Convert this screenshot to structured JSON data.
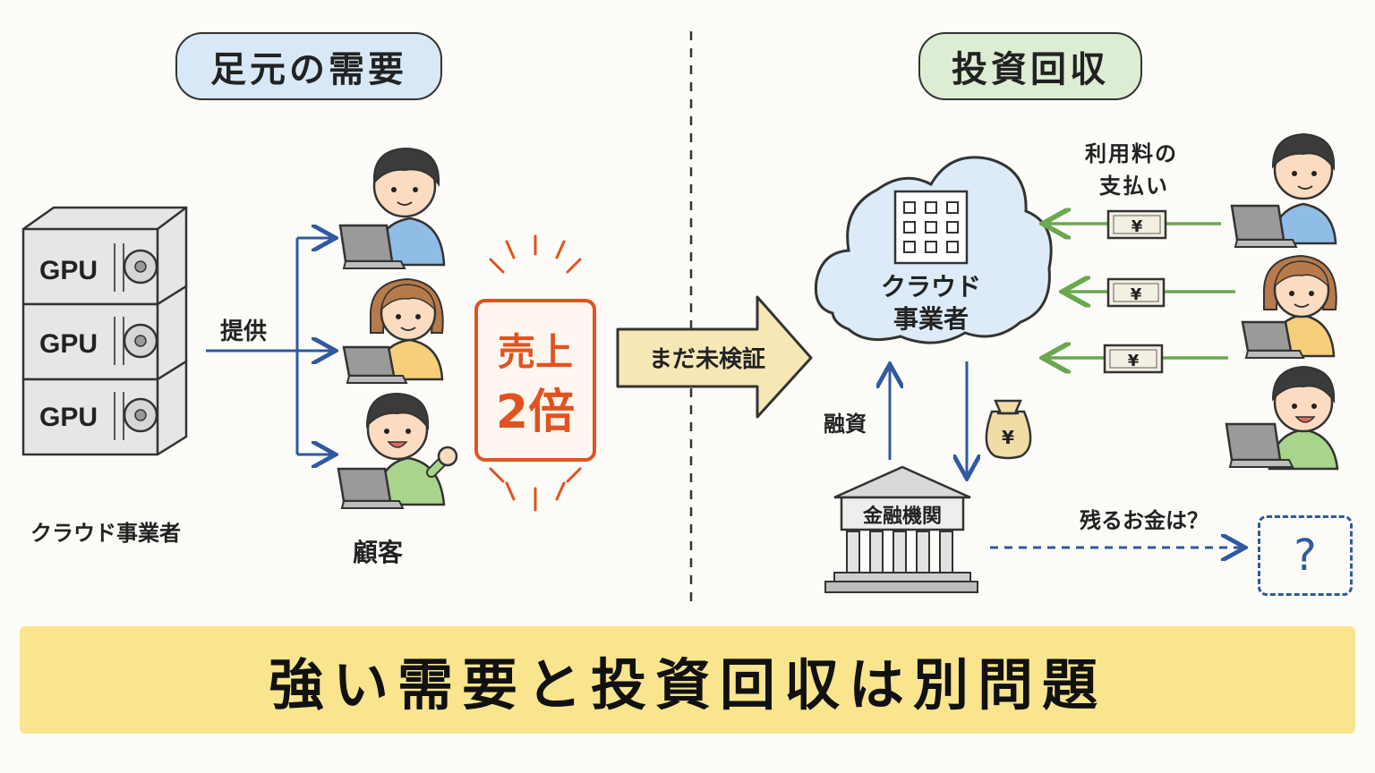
{
  "left": {
    "heading": "足元の需要",
    "gpu_label": "GPU",
    "provider_label": "クラウド事業者",
    "supply_label": "提供",
    "customers_label": "顧客",
    "sales_line1": "売上",
    "sales_line2": "2倍"
  },
  "middle": {
    "arrow_label": "まだ未検証"
  },
  "right": {
    "heading": "投資回収",
    "cloud_line1": "クラウド",
    "cloud_line2": "事業者",
    "fee_line1": "利用料の",
    "fee_line2": "支払い",
    "yen_symbol": "¥",
    "financing_label": "融資",
    "bank_label": "金融機関",
    "remaining_label": "残るお金は？",
    "question_mark": "?"
  },
  "banner": {
    "text": "強い需要と投資回収は別問題"
  },
  "colors": {
    "left_heading_bg": "#d8e8f6",
    "right_heading_bg": "#dcedd3",
    "blue_arrow": "#2e5aa0",
    "green_arrow": "#6aa84f",
    "sales_red": "#e0531f",
    "banner_yellow": "#f8e58d",
    "cloud_blue": "#dcebf7"
  }
}
